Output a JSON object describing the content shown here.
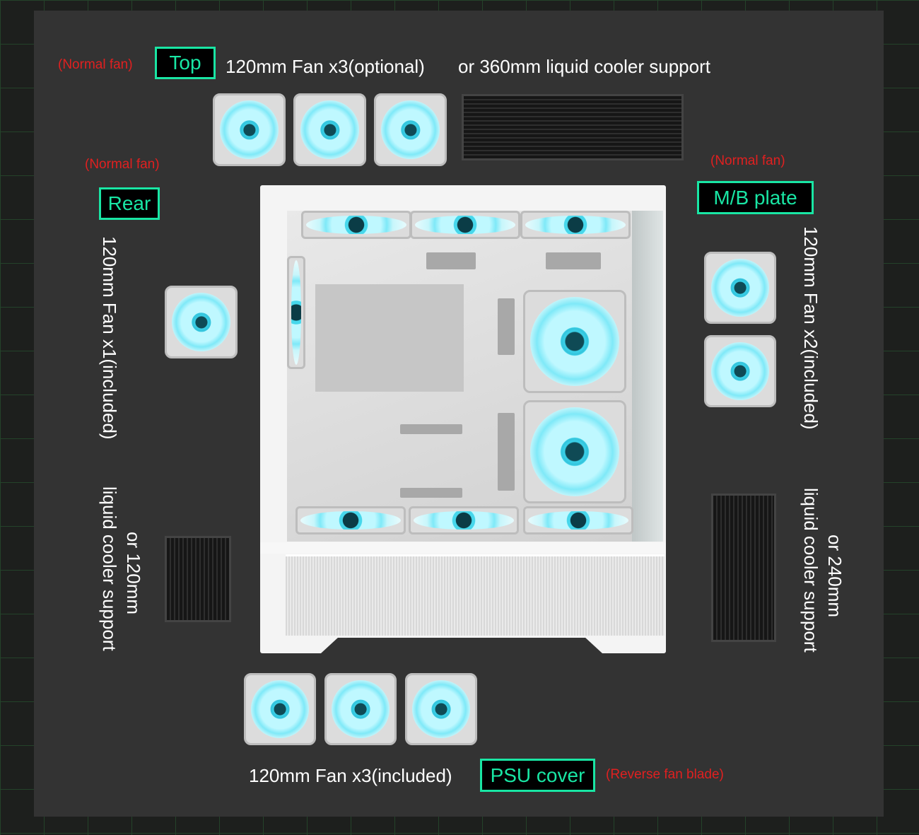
{
  "top": {
    "note": "(Normal fan)",
    "tag": "Top",
    "fan_text": "120mm Fan x3(optional)",
    "alt_text": "or 360mm liquid cooler support"
  },
  "rear": {
    "note": "(Normal fan)",
    "tag": "Rear",
    "fan_text": "120mm Fan x1(included)",
    "alt_line1": "or 120mm",
    "alt_line2": "liquid cooler support"
  },
  "mb_plate": {
    "note": "(Normal fan)",
    "tag": "M/B plate",
    "fan_text": "120mm Fan  x2(included)",
    "alt_line1": "or 240mm",
    "alt_line2": "liquid cooler support"
  },
  "psu_cover": {
    "note": "(Reverse fan blade)",
    "tag": "PSU cover",
    "fan_text": "120mm Fan x3(included)"
  },
  "colors": {
    "accent": "#19e6a4",
    "note_red": "#e02020",
    "panel": "#333333",
    "fan_glow": "#46d7eb"
  }
}
